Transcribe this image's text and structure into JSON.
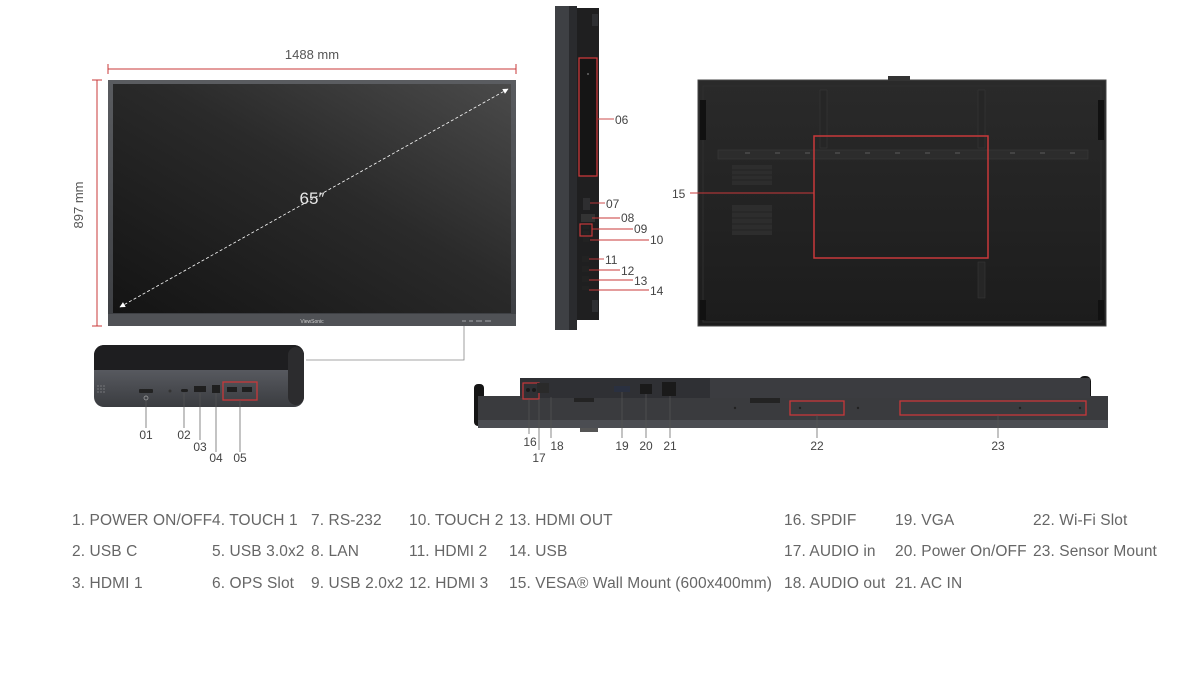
{
  "dimensions": {
    "width_label": "1488 mm",
    "height_label": "897 mm",
    "diagonal_label": "65″"
  },
  "brand": "ViewSonic",
  "callouts": {
    "c01": "01",
    "c02": "02",
    "c03": "03",
    "c04": "04",
    "c05": "05",
    "c06": "06",
    "c07": "07",
    "c08": "08",
    "c09": "09",
    "c10": "10",
    "c11": "11",
    "c12": "12",
    "c13": "13",
    "c14": "14",
    "c15": "15",
    "c16": "16",
    "c17": "17",
    "c18": "18",
    "c19": "19",
    "c20": "20",
    "c21": "21",
    "c22": "22",
    "c23": "23"
  },
  "legend": [
    "1. POWER ON/OFF",
    "2. USB C",
    "3. HDMI 1",
    "4. TOUCH 1",
    "5. USB 3.0x2",
    "6. OPS Slot",
    "7. RS-232",
    "8. LAN",
    "9. USB 2.0x2",
    "10. TOUCH 2",
    "11. HDMI 2",
    "12. HDMI 3",
    "13. HDMI OUT",
    "14. USB",
    "15. VESA® Wall Mount (600x400mm)",
    "16. SPDIF",
    "17. AUDIO in",
    "18. AUDIO out",
    "19. VGA",
    "20. Power On/OFF",
    "21. AC IN",
    "22. Wi-Fi Slot",
    "23. Sensor Mount"
  ],
  "colors": {
    "accent_red": "#c8383a",
    "bezel": "#4a4c50",
    "screen_dark": "#1a1a1a",
    "back_panel": "#232323",
    "legend_text": "#666666"
  }
}
